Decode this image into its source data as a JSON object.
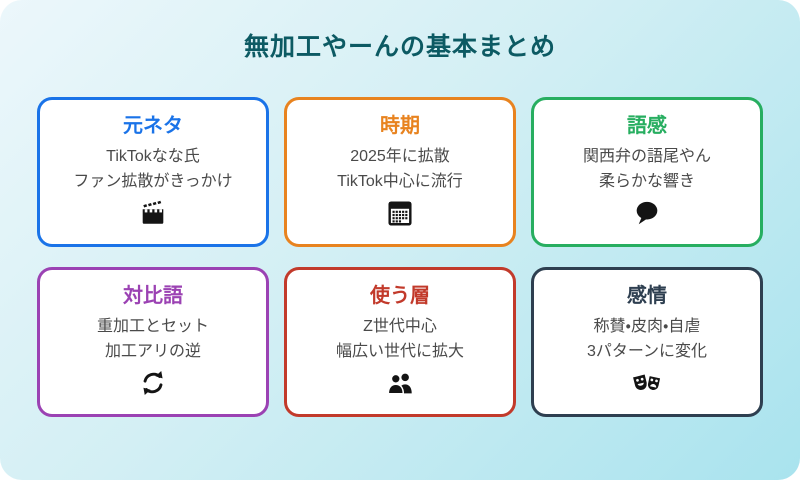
{
  "page": {
    "title": "無加工やーんの基本まとめ",
    "title_color": "#0c5a63",
    "background_gradient_start": "#ecf7fb",
    "background_gradient_end": "#a9e3ee"
  },
  "cards": [
    {
      "title": "元ネタ",
      "lines": [
        "TikTokなな氏",
        "ファン拡散がきっかけ"
      ],
      "icon": "clapperboard-icon",
      "color": "#1a73e8"
    },
    {
      "title": "時期",
      "lines": [
        "2025年に拡散",
        "TikTok中心に流行"
      ],
      "icon": "calendar-icon",
      "color": "#e8831f"
    },
    {
      "title": "語感",
      "lines": [
        "関西弁の語尾やん",
        "柔らかな響き"
      ],
      "icon": "speech-bubble-icon",
      "color": "#27ae60"
    },
    {
      "title": "対比語",
      "lines": [
        "重加工とセット",
        "加工アリの逆"
      ],
      "icon": "refresh-arrows-icon",
      "color": "#9b42b3"
    },
    {
      "title": "使う層",
      "lines": [
        "Z世代中心",
        "幅広い世代に拡大"
      ],
      "icon": "people-icon",
      "color": "#c23a2b"
    },
    {
      "title": "感情",
      "lines": [
        "称賛・皮肉・自虐",
        "3パターンに変化"
      ],
      "icon": "theater-masks-icon",
      "color": "#2e3f50"
    }
  ]
}
